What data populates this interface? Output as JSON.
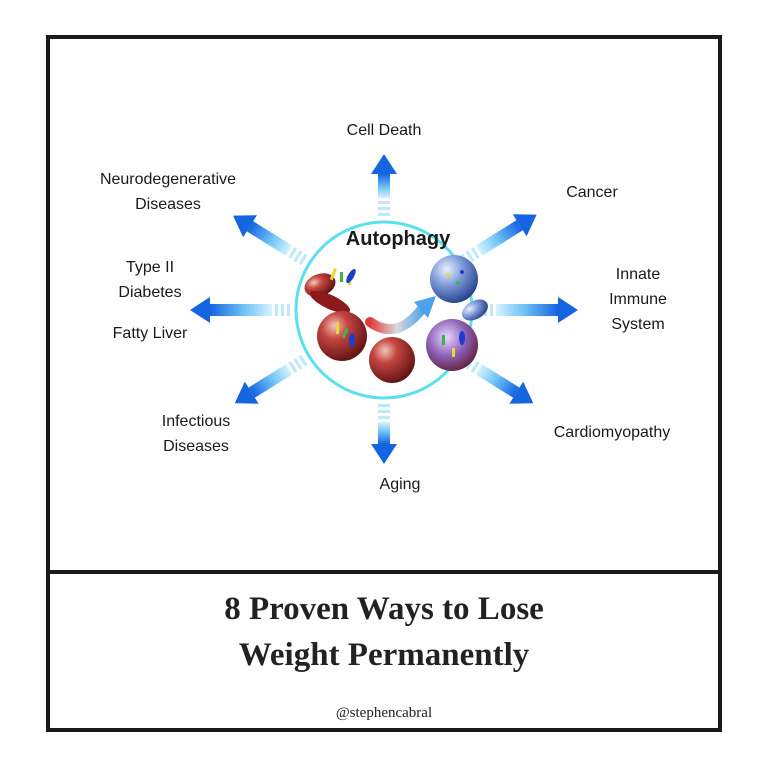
{
  "diagram": {
    "center_label": "Autophagy",
    "outcomes": {
      "top": [
        "Cell Death"
      ],
      "top_right": [
        "Cancer"
      ],
      "right": [
        "Innate",
        "Immune",
        "System"
      ],
      "bottom_right": [
        "Cardiomyopathy"
      ],
      "bottom": [
        "Aging"
      ],
      "bottom_left": [
        "Infectious",
        "Diseases"
      ],
      "left_a": [
        "Type II",
        "Diabetes"
      ],
      "left_b": [
        "Fatty Liver"
      ],
      "top_left": [
        "Neurodegenerative",
        "Diseases"
      ]
    },
    "colors": {
      "arrow_light": "#bfe8ff",
      "arrow_dark": "#1565e0",
      "circle_ring": "#5ce0f0",
      "cell_red": "#a8262a",
      "lysosome_blue": "#4c6fb8"
    }
  },
  "caption": {
    "headline": [
      "8 Proven Ways to Lose",
      "Weight Permanently"
    ],
    "handle": "@stephencabral"
  }
}
